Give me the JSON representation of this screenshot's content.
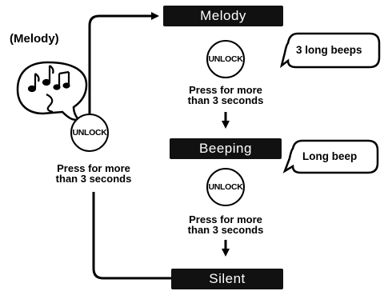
{
  "modes": {
    "melody": "Melody",
    "beeping": "Beeping",
    "silent": "Silent"
  },
  "button_label": "UNLOCK",
  "instruction": {
    "line1": "Press for more",
    "line2": "than 3 seconds"
  },
  "callouts": {
    "melody_beeps": "3 long beeps",
    "beeping_beep": "Long beep"
  },
  "current_mode_label": "(Melody)",
  "icons": [
    "music-notes-icon",
    "arrow-right-icon",
    "arrow-down-icon"
  ]
}
